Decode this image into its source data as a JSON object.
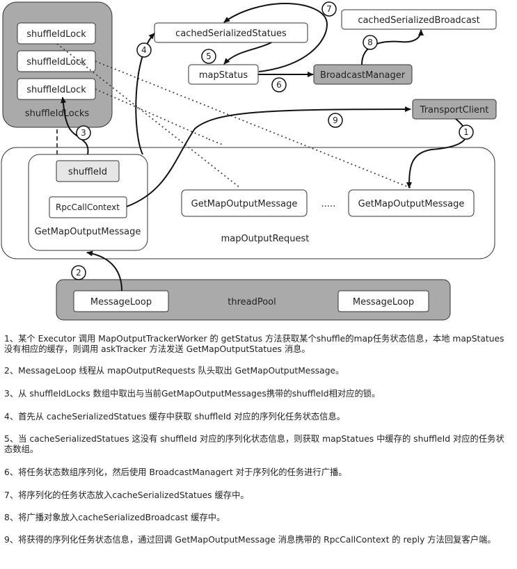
{
  "diagram": {
    "locks": {
      "items": [
        "shuffleIdLock",
        "shuffleIdLock",
        "shuffleIdLock"
      ],
      "label": "shuffleIdLocks"
    },
    "cached_statues": "cachedSerializedStatues",
    "map_status": "mapStatus",
    "broadcast_manager": "BroadcastManager",
    "cached_broadcast": "cachedSerializedBroadcast",
    "transport_client": "TransportClient",
    "request_queue": {
      "label": "mapOutputRequest",
      "message1": {
        "shuffle_id": "shuffleId",
        "rpc_context": "RpcCallContext",
        "label": "GetMapOutputMessage"
      },
      "message2": "GetMapOutputMessage",
      "ellipsis": ".....",
      "message3": "GetMapOutputMessage"
    },
    "thread_pool": {
      "label": "threadPool",
      "loop_left": "MessageLoop",
      "loop_right": "MessageLoop"
    },
    "steps": [
      "1",
      "2",
      "3",
      "4",
      "5",
      "6",
      "7",
      "8",
      "9"
    ]
  },
  "notes": [
    "1、某个 Executor 调用 MapOutputTrackerWorker 的 getStatus 方法获取某个shuffle的map任务状态信息，本地 mapStatues 没有相应的缓存，则调用 askTracker 方法发送 GetMapOutputStatues 消息。",
    "2、MessageLoop 线程从 mapOutputRequests 队头取出 GetMapOutputMessage。",
    "3、从 shuffleIdLocks 数组中取出与当前GetMapOutputMessages携带的shuffleId相对应的锁。",
    "4、首先从 cacheSerializedStatues 缓存中获取 shuffleId 对应的序列化任务状态信息。",
    "5、当 cacheSerializedStatues 这没有 shuffleId 对应的序列化状态信息，则获取 mapStatues 中缓存的 shuffleId 对应的任务状态数组。",
    "6、将任务状态数组序列化，然后使用 BroadcastManagert 对于序列化的任务进行广播。",
    "7、将序列化的任务状态放入cacheSerializedStatues 缓存中。",
    "8、将广播对象放入cacheSerializedBroadcast 缓存中。",
    "9、将获得的序列化任务状态信息，通过回调 GetMapOutputMessage 消息携带的 RpcCallContext 的 reply 方法回复客户端。"
  ]
}
